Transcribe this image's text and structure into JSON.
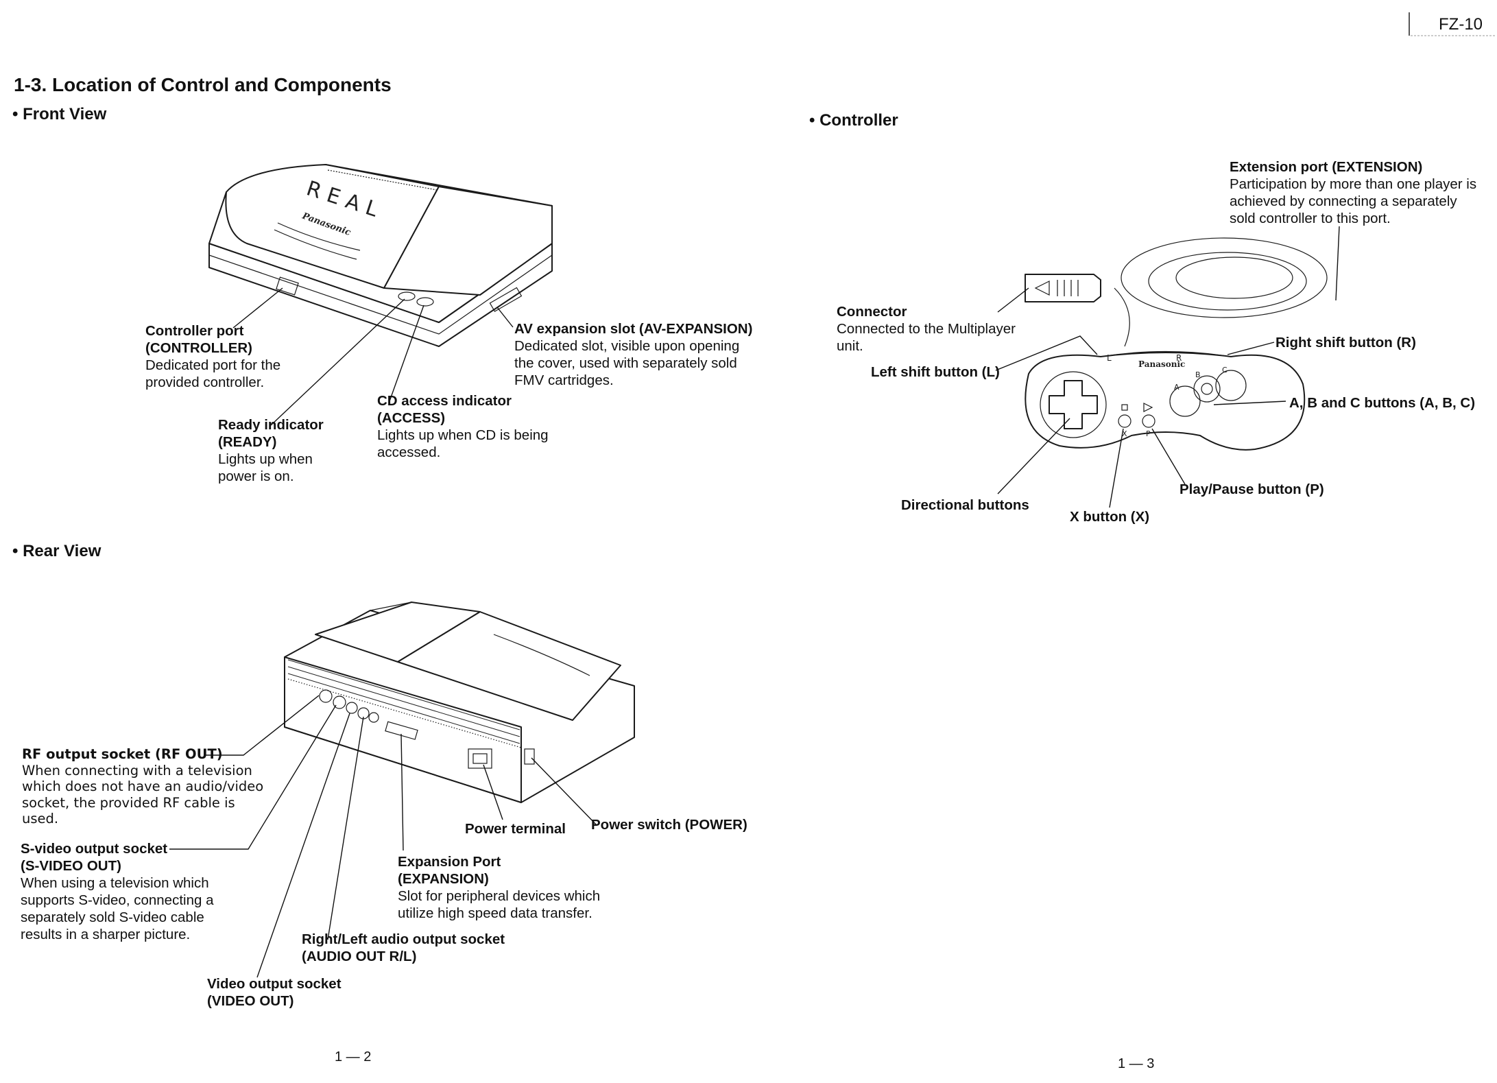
{
  "header": {
    "model": "FZ-10"
  },
  "section_title": "1-3. Location of Control and Components",
  "front_view": {
    "heading": "• Front View",
    "unit_text": {
      "logo": "REAL",
      "brand": "Panasonic"
    },
    "callouts": {
      "controller_port": {
        "title": "Controller port",
        "code": "(CONTROLLER)",
        "desc": [
          "Dedicated port for the",
          "provided controller."
        ]
      },
      "ready_indicator": {
        "title": "Ready indicator",
        "code": "(READY)",
        "desc": [
          "Lights up when",
          "power is on."
        ]
      },
      "cd_access": {
        "title": "CD access indicator",
        "code": "(ACCESS)",
        "desc": [
          "Lights up when CD is being",
          "accessed."
        ]
      },
      "av_expansion": {
        "title": "AV expansion slot (AV-EXPANSION)",
        "desc": [
          "Dedicated slot, visible upon opening",
          "the cover, used with separately sold",
          "FMV cartridges."
        ]
      }
    }
  },
  "rear_view": {
    "heading": "• Rear View",
    "callouts": {
      "rf_out": {
        "title": "RF output socket (RF OUT)",
        "desc": [
          "When connecting with a television",
          "which does not have an audio/video",
          "socket, the provided RF cable is",
          "used."
        ]
      },
      "s_video": {
        "title": "S-video output socket",
        "code": "(S-VIDEO OUT)",
        "desc": [
          "When using a television  which",
          "supports S-video, connecting a",
          "separately sold S-video cable",
          "results in a sharper picture."
        ]
      },
      "video_out": {
        "title": "Video output socket",
        "code": "(VIDEO OUT)"
      },
      "audio_out": {
        "title": "Right/Left audio output socket",
        "code": "(AUDIO OUT R/L)"
      },
      "expansion": {
        "title": "Expansion Port",
        "code": "(EXPANSION)",
        "desc": [
          "Slot for peripheral devices which",
          "utilize high speed data transfer."
        ]
      },
      "power_terminal": {
        "title": "Power terminal"
      },
      "power_switch": {
        "title": "Power switch (POWER)"
      }
    }
  },
  "controller": {
    "heading": "• Controller",
    "pad_text": {
      "brand": "Panasonic",
      "l": "L",
      "r": "R",
      "a": "A",
      "b": "B",
      "c": "C",
      "x": "X",
      "p": "P"
    },
    "callouts": {
      "extension": {
        "title": "Extension port (EXTENSION)",
        "desc": [
          "Participation by more than one player is",
          "achieved by connecting a separately",
          "sold controller to this port."
        ]
      },
      "connector": {
        "title": "Connector",
        "desc": [
          "Connected to the Multiplayer",
          "unit."
        ]
      },
      "left_shift": {
        "title": "Left shift button (L)"
      },
      "right_shift": {
        "title": "Right shift button (R)"
      },
      "abc": {
        "title": "A, B and C buttons (A, B, C)"
      },
      "play_pause": {
        "title": "Play/Pause button (P)"
      },
      "directional": {
        "title": "Directional buttons"
      },
      "x_button": {
        "title": "X button (X)"
      }
    }
  },
  "page_numbers": {
    "left": "1 — 2",
    "right": "1 — 3"
  }
}
